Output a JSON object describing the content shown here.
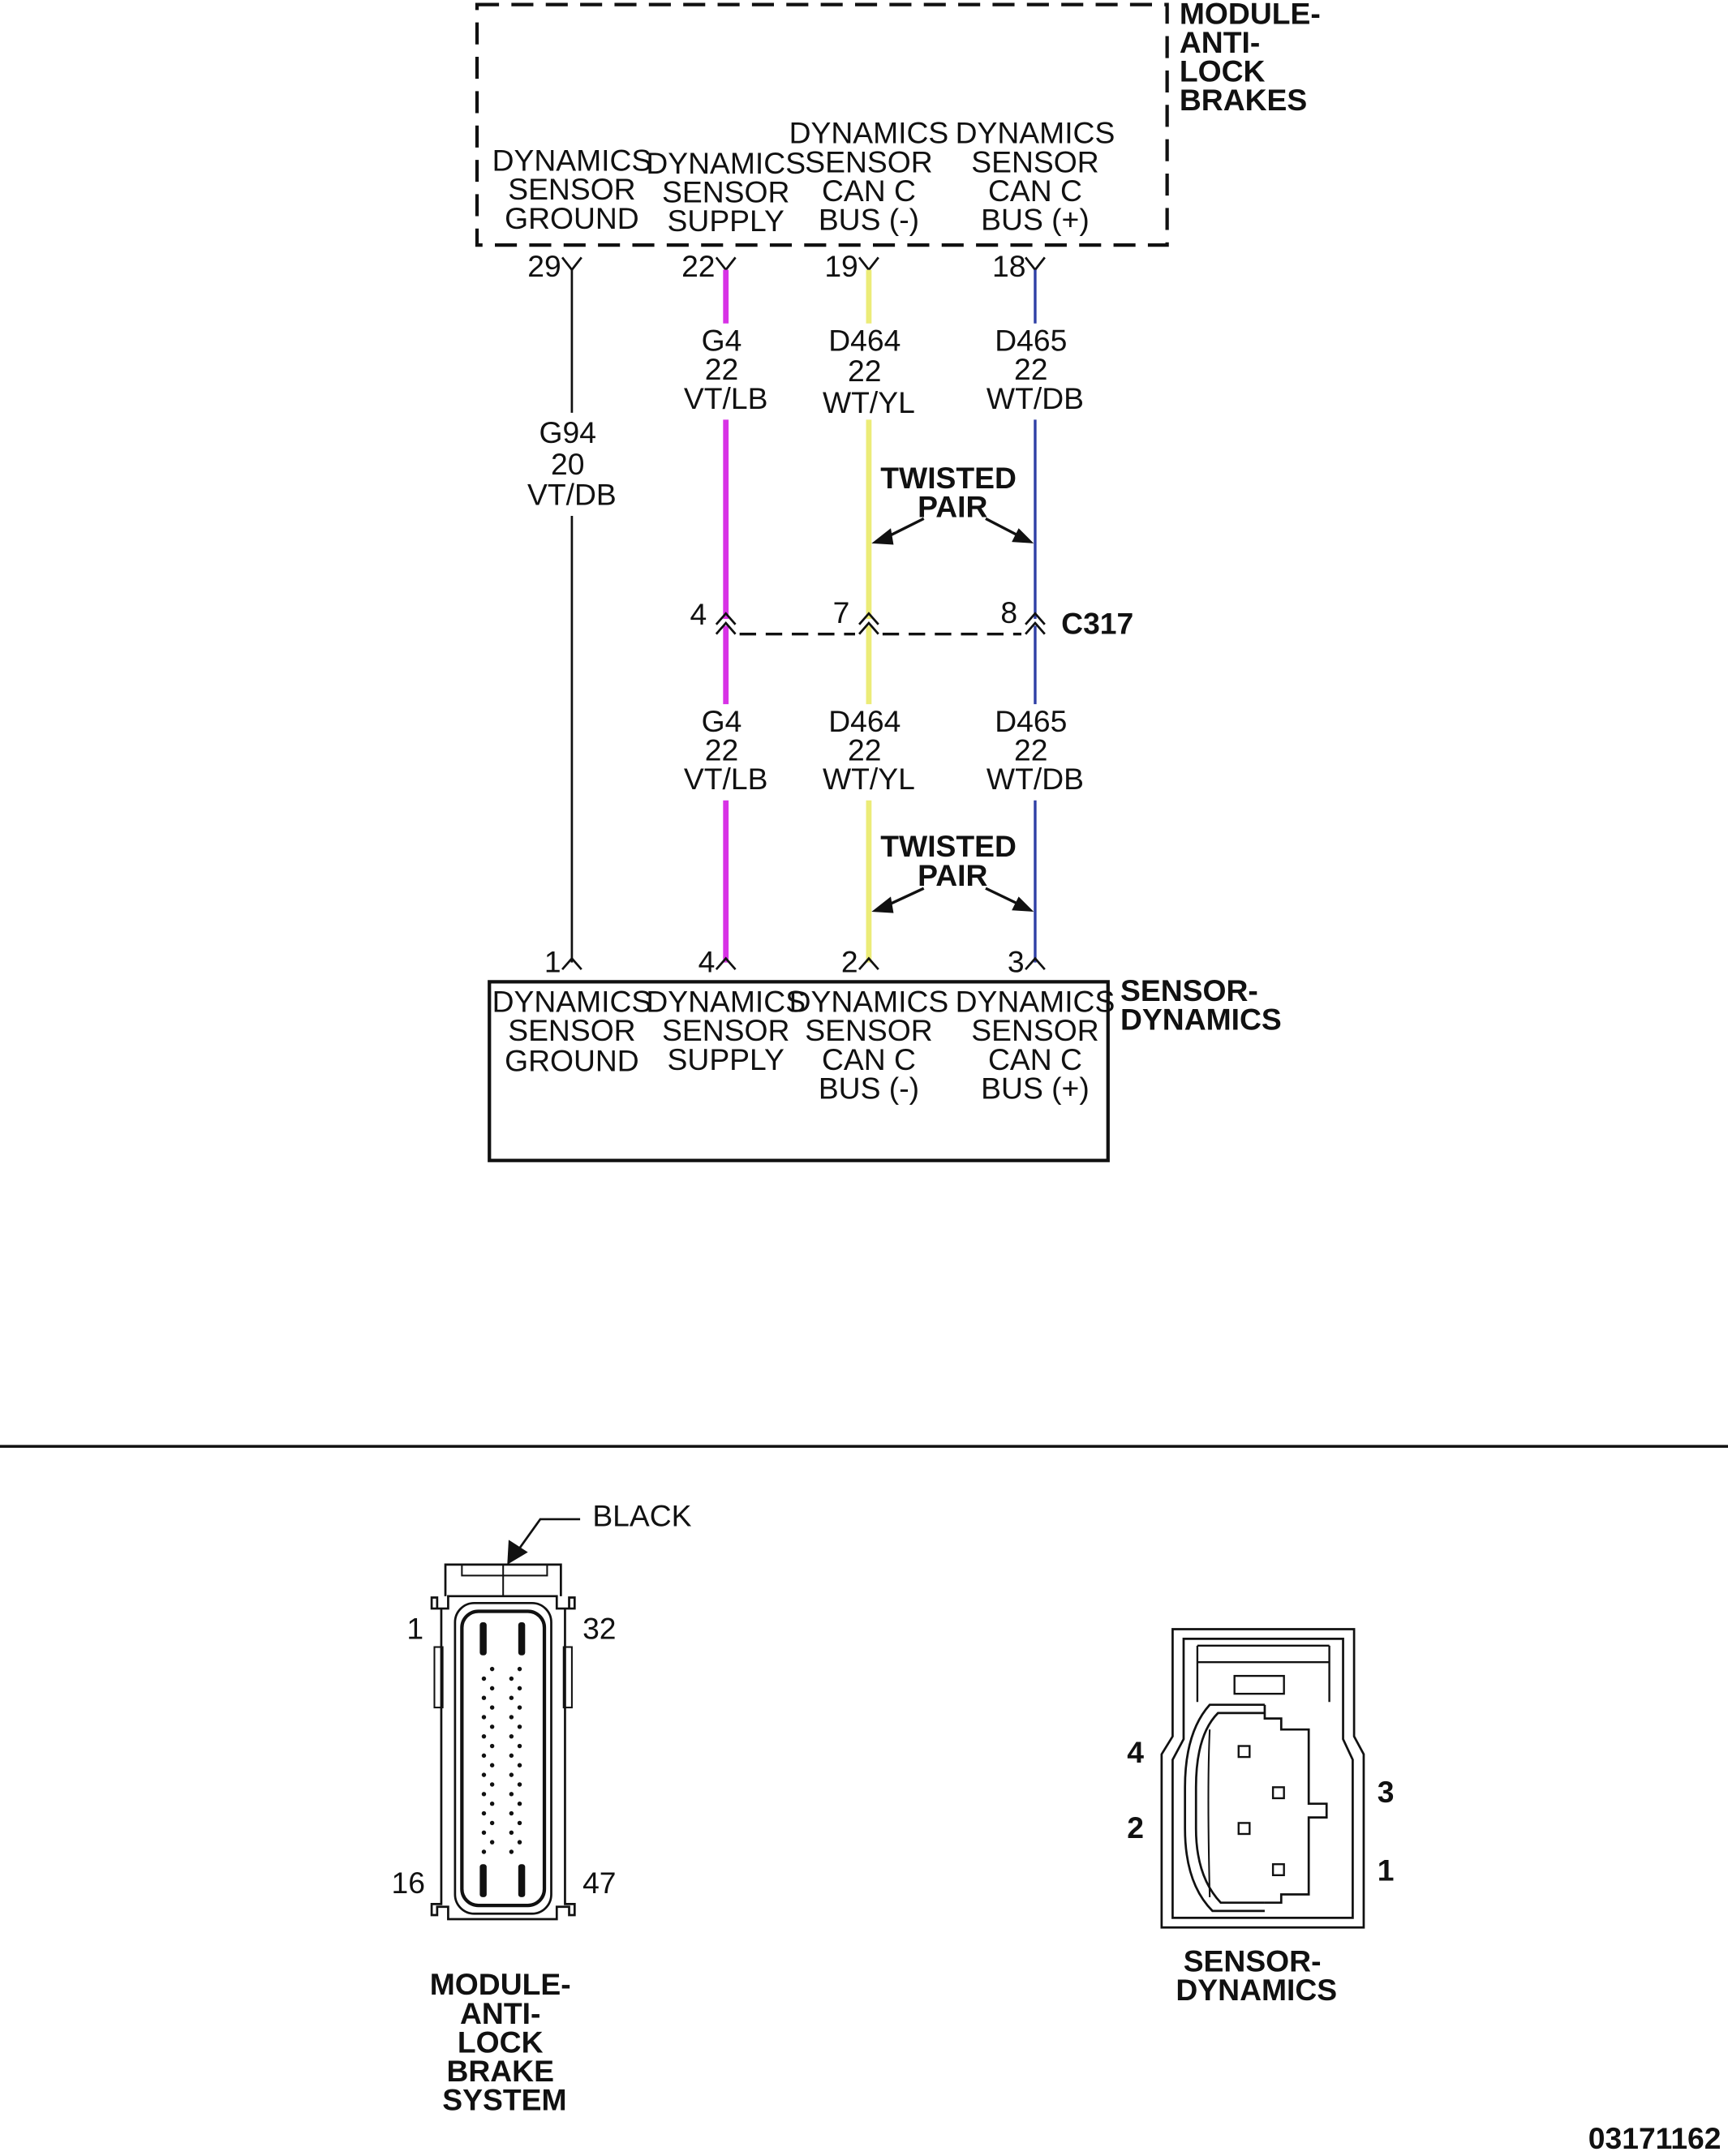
{
  "abs_module": {
    "name_lines": [
      "MODULE-",
      "ANTI-",
      "LOCK",
      "BRAKES"
    ],
    "pins": [
      {
        "cavity": "29",
        "label_lines": [
          "DYNAMICS",
          "SENSOR",
          "GROUND"
        ]
      },
      {
        "cavity": "22",
        "label_lines": [
          "DYNAMICS",
          "SENSOR",
          "SUPPLY"
        ]
      },
      {
        "cavity": "19",
        "label_lines": [
          "DYNAMICS",
          "SENSOR",
          "CAN C",
          "BUS (-)"
        ]
      },
      {
        "cavity": "18",
        "label_lines": [
          "DYNAMICS",
          "SENSOR",
          "CAN C",
          "BUS (+)"
        ]
      }
    ]
  },
  "wires": [
    {
      "circuit": "G94",
      "gauge": "20",
      "color_code": "VT/DB",
      "color": "#111111"
    },
    {
      "circuit": "G4",
      "gauge": "22",
      "color_code": "VT/LB",
      "color": "#d832e6"
    },
    {
      "circuit": "D464",
      "gauge": "22",
      "color_code": "WT/YL",
      "color": "#ecec78"
    },
    {
      "circuit": "D465",
      "gauge": "22",
      "color_code": "WT/DB",
      "color": "#2f3fa6"
    }
  ],
  "inline_connector": {
    "name": "C317",
    "cavities": [
      "4",
      "7",
      "8"
    ]
  },
  "twisted_pair_label": [
    "TWISTED",
    "PAIR"
  ],
  "sensor": {
    "name_lines": [
      "SENSOR-",
      "DYNAMICS"
    ],
    "pins": [
      {
        "cavity": "1",
        "label_lines": [
          "DYNAMICS",
          "SENSOR",
          "GROUND"
        ]
      },
      {
        "cavity": "4",
        "label_lines": [
          "DYNAMICS",
          "SENSOR",
          "SUPPLY"
        ]
      },
      {
        "cavity": "2",
        "label_lines": [
          "DYNAMICS",
          "SENSOR",
          "CAN C",
          "BUS (-)"
        ]
      },
      {
        "cavity": "3",
        "label_lines": [
          "DYNAMICS",
          "SENSOR",
          "CAN C",
          "BUS (+)"
        ]
      }
    ]
  },
  "abs_connector_view": {
    "color_callout": "BLACK",
    "pin_labels": {
      "top_left": "1",
      "top_right": "32",
      "bottom_left": "16",
      "bottom_right": "47"
    },
    "name_lines": [
      "MODULE-",
      "ANTI-",
      "LOCK",
      "BRAKE",
      "SYSTEM"
    ]
  },
  "sensor_connector_view": {
    "pin_labels": {
      "left_upper": "4",
      "left_lower": "2",
      "right_upper": "3",
      "right_lower": "1"
    },
    "name_lines": [
      "SENSOR-",
      "DYNAMICS"
    ]
  },
  "figure_id": "03171162"
}
